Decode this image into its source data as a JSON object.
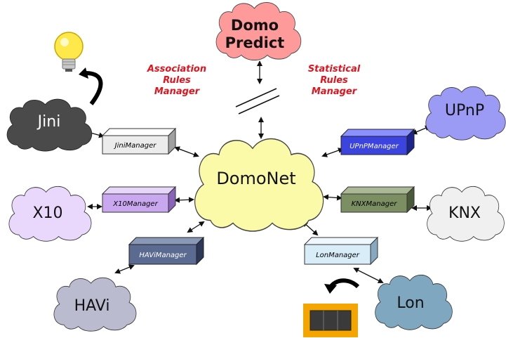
{
  "clouds": {
    "domonet": {
      "label": "DomoNet",
      "color": "#fafaa8"
    },
    "domopredict": {
      "line1": "Domo",
      "line2": "Predict",
      "color": "#ff9a9a"
    },
    "jini": {
      "label": "Jini",
      "color": "#4a4a4a"
    },
    "upnp": {
      "label": "UPnP",
      "color": "#9b9bf5"
    },
    "x10": {
      "label": "X10",
      "color": "#e9d8fb"
    },
    "knx": {
      "label": "KNX",
      "color": "#f0f0f0"
    },
    "havi": {
      "label": "HAVi",
      "color": "#bbbbd0"
    },
    "lon": {
      "label": "Lon",
      "color": "#7fa7bf"
    }
  },
  "managers": {
    "jini": {
      "label": "JiniManager",
      "color": "#ececec"
    },
    "upnp": {
      "label": "UPnPManager",
      "color": "#3c44e0"
    },
    "x10": {
      "label": "X10Manager",
      "color": "#c9a8f0"
    },
    "knx": {
      "label": "KNXManager",
      "color": "#7b8f63"
    },
    "havi": {
      "label": "HAViManager",
      "color": "#5a6a90"
    },
    "lon": {
      "label": "LonManager",
      "color": "#d8edf8"
    }
  },
  "rules": {
    "association": [
      "Association",
      "Rules",
      "Manager"
    ],
    "statistical": [
      "Statistical",
      "Rules",
      "Manager"
    ]
  },
  "icons": {
    "bulb": "light-bulb-icon",
    "appliance": "device-panel-icon"
  }
}
